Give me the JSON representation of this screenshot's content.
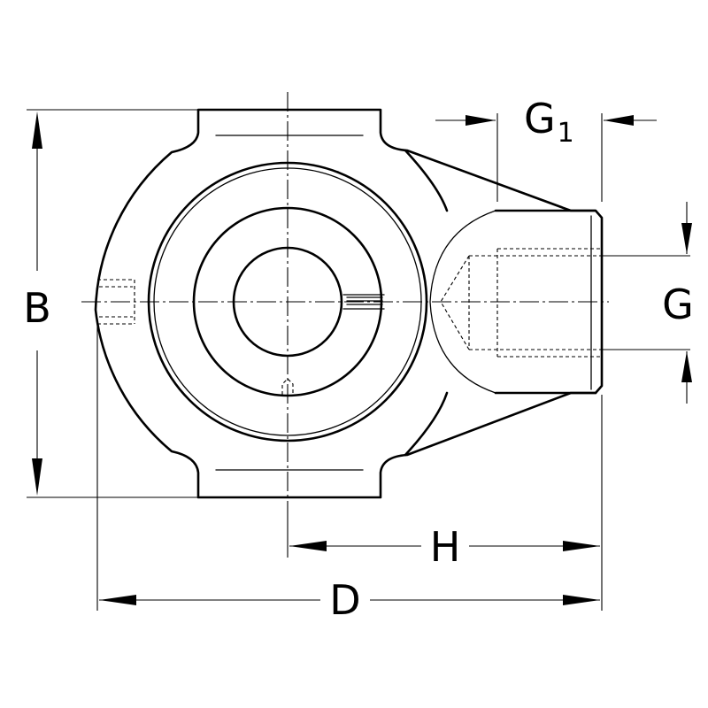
{
  "dimensions": {
    "B": "B",
    "D": "D",
    "H": "H",
    "G": "G",
    "G1_main": "G",
    "G1_sub": "1"
  }
}
